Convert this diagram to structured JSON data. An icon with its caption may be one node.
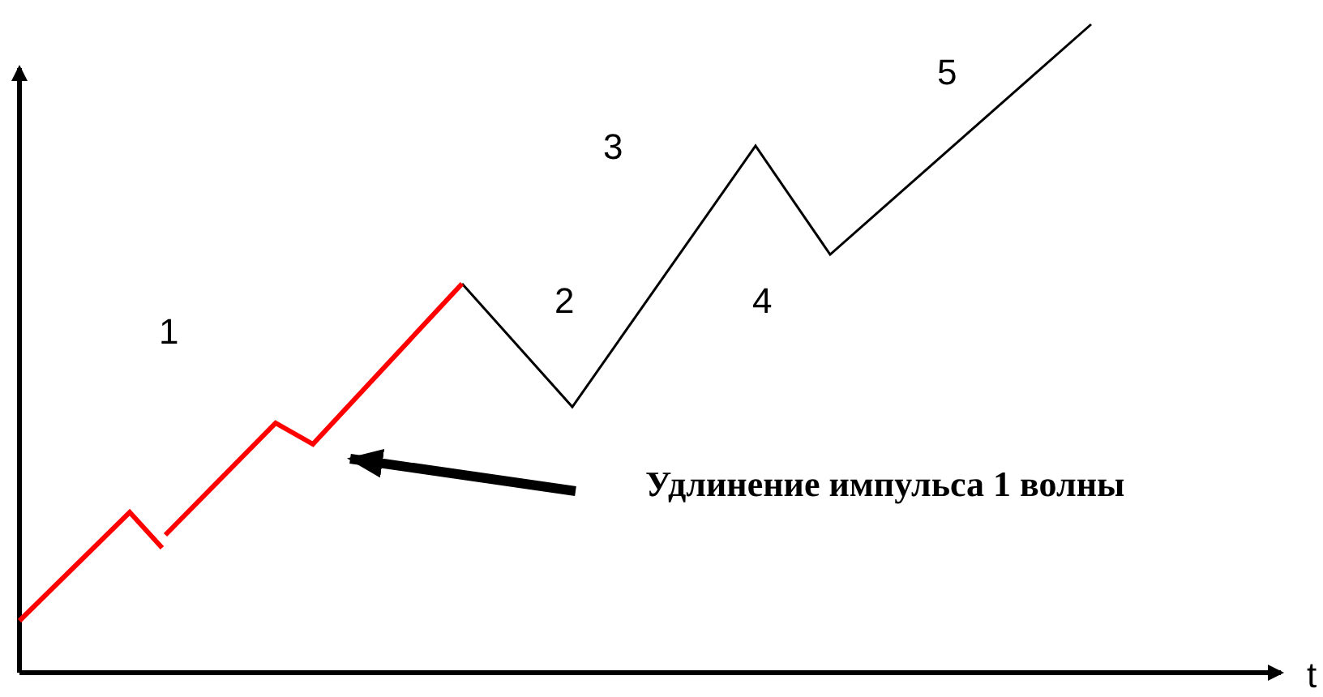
{
  "diagram": {
    "nodes": [
      {
        "text": [
          "Удлинение импульса 1 волны"
        ]
      },
      {
        "text": [],
        "shape": "line"
      }
    ],
    "edges": [
      {
        "from": 0,
        "to": 1,
        "arrow": "to"
      }
    ],
    "labels": [
      "5",
      "3",
      "1",
      "2",
      "4",
      "t"
    ]
  }
}
